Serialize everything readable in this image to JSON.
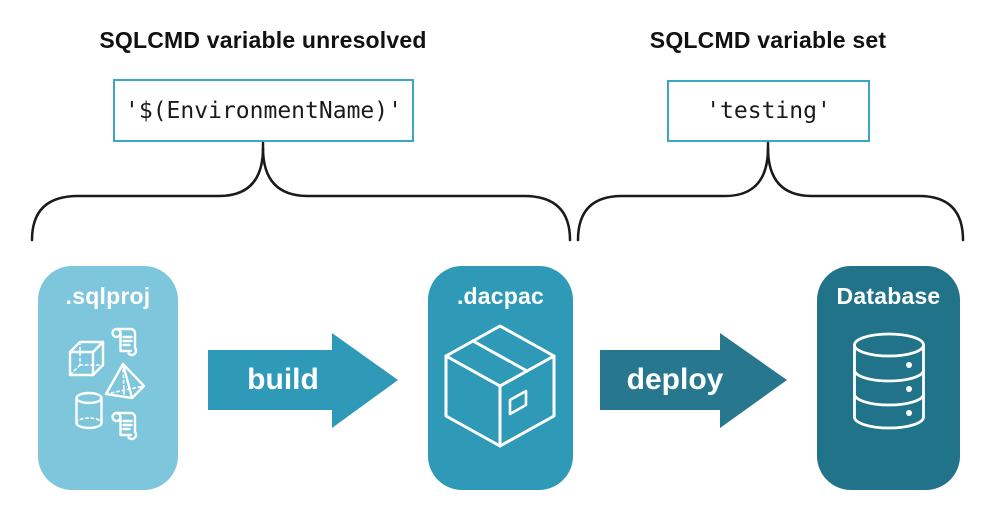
{
  "annotations": {
    "left": {
      "title": "SQLCMD variable unresolved",
      "code": "'$(EnvironmentName)'"
    },
    "right": {
      "title": "SQLCMD variable set",
      "code": "'testing'"
    }
  },
  "pipeline": {
    "nodes": [
      {
        "id": "sqlproj",
        "label": ".sqlproj",
        "color": "#7EC6DB",
        "icon": "sql-objects-icon"
      },
      {
        "id": "dacpac",
        "label": ".dacpac",
        "color": "#2E9AB8",
        "icon": "package-box-icon"
      },
      {
        "id": "database",
        "label": "Database",
        "color": "#21738A",
        "icon": "database-cylinder-icon"
      }
    ],
    "arrows": [
      {
        "label": "build",
        "color": "#2E9AB8"
      },
      {
        "label": "deploy",
        "color": "#27788F"
      }
    ]
  },
  "colors": {
    "code_box_border": "#3AA8C1",
    "brace_stroke": "#1A1A1A",
    "background": "#FFFFFF",
    "icon_stroke": "#FFFFFF"
  }
}
